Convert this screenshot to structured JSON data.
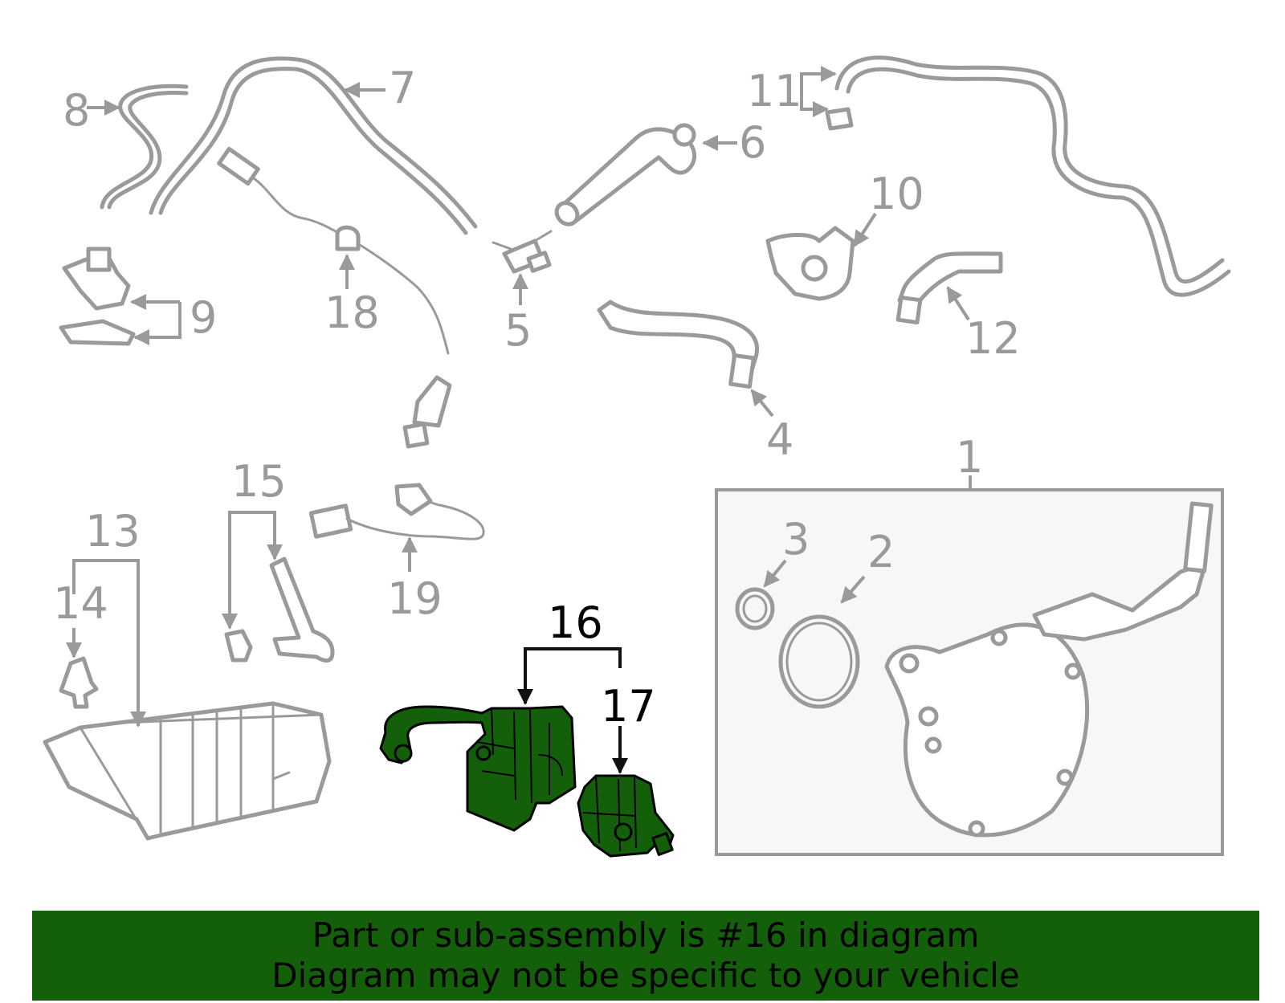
{
  "banner": {
    "line1": "Part or sub-assembly is #16 in diagram",
    "line2": "Diagram may not be specific to your vehicle"
  },
  "callouts": {
    "c1": "1",
    "c2": "2",
    "c3": "3",
    "c4": "4",
    "c5": "5",
    "c6": "6",
    "c7": "7",
    "c8": "8",
    "c9": "9",
    "c10": "10",
    "c11": "11",
    "c12": "12",
    "c13": "13",
    "c14": "14",
    "c15": "15",
    "c16": "16",
    "c17": "17",
    "c18": "18",
    "c19": "19"
  },
  "highlighted_part": "16",
  "colors": {
    "highlight": "#14600a",
    "line_gray": "#9a9a9a",
    "banner_text": "#000000"
  }
}
